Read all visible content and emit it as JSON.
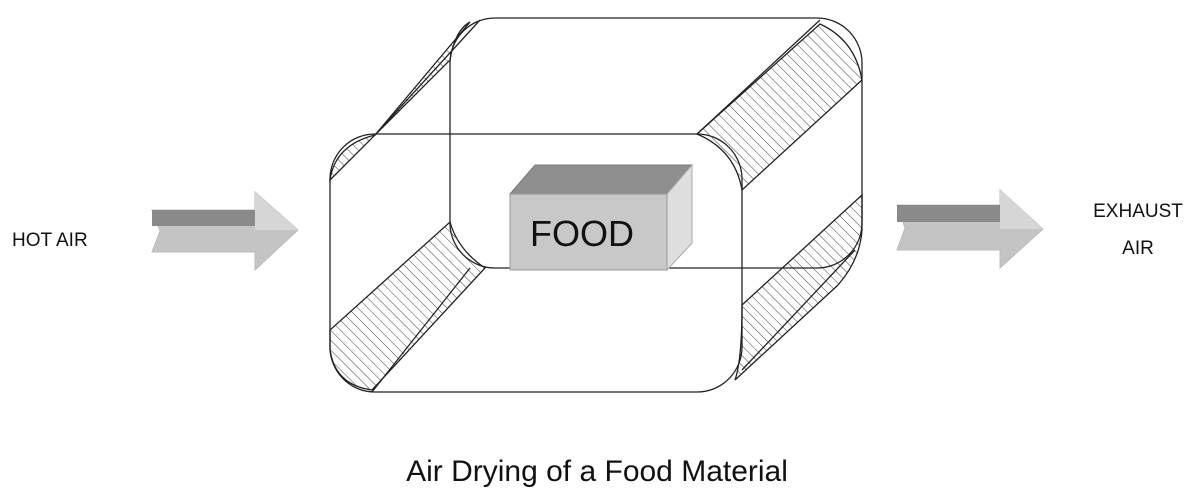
{
  "inlet_label": "HOT AIR",
  "outlet_label": [
    "EXHAUST",
    "AIR"
  ],
  "food_label": "FOOD",
  "caption": "Air Drying of a Food Material",
  "colors": {
    "stroke": "#222222",
    "hatch": "#444444",
    "arrow_top": "#8a8a8a",
    "arrow_body": "#c4c4c4",
    "arrow_head": "#d6d6d6",
    "food_front": "#c8c8c8",
    "food_top": "#8f8f8f",
    "food_side": "#dedede"
  }
}
